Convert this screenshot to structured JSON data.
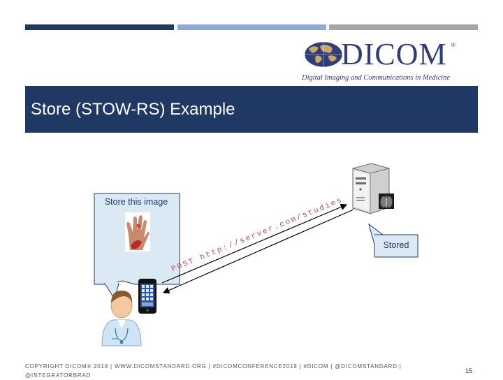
{
  "logo": {
    "wordmark": "DICOM",
    "registered": "®",
    "tagline": "Digital Imaging and Communications in Medicine"
  },
  "slide": {
    "title": "Store (STOW-RS) Example",
    "request_bubble": "Store this image",
    "response_bubble": "Stored",
    "request_url": "POST http://server.com/studies"
  },
  "footer": {
    "copyright": "COPYRIGHT DICOM® 2019 | WWW.DICOMSTANDARD.ORG | #DICOMCONFERENCE2019 | #DICOM | @DICOMSTANDARD | @INTEGRATORBRAD",
    "page_number": "15"
  },
  "colors": {
    "navy": "#1f3864",
    "light_blue": "#8eaadb",
    "gray": "#a5a5a5",
    "bubble_fill": "#dbe9f5",
    "url_color": "#c0504d"
  },
  "icons": [
    "globe-icon",
    "hand-image-icon",
    "smartphone-icon",
    "doctor-icon",
    "server-icon",
    "chest-xray-icon"
  ]
}
